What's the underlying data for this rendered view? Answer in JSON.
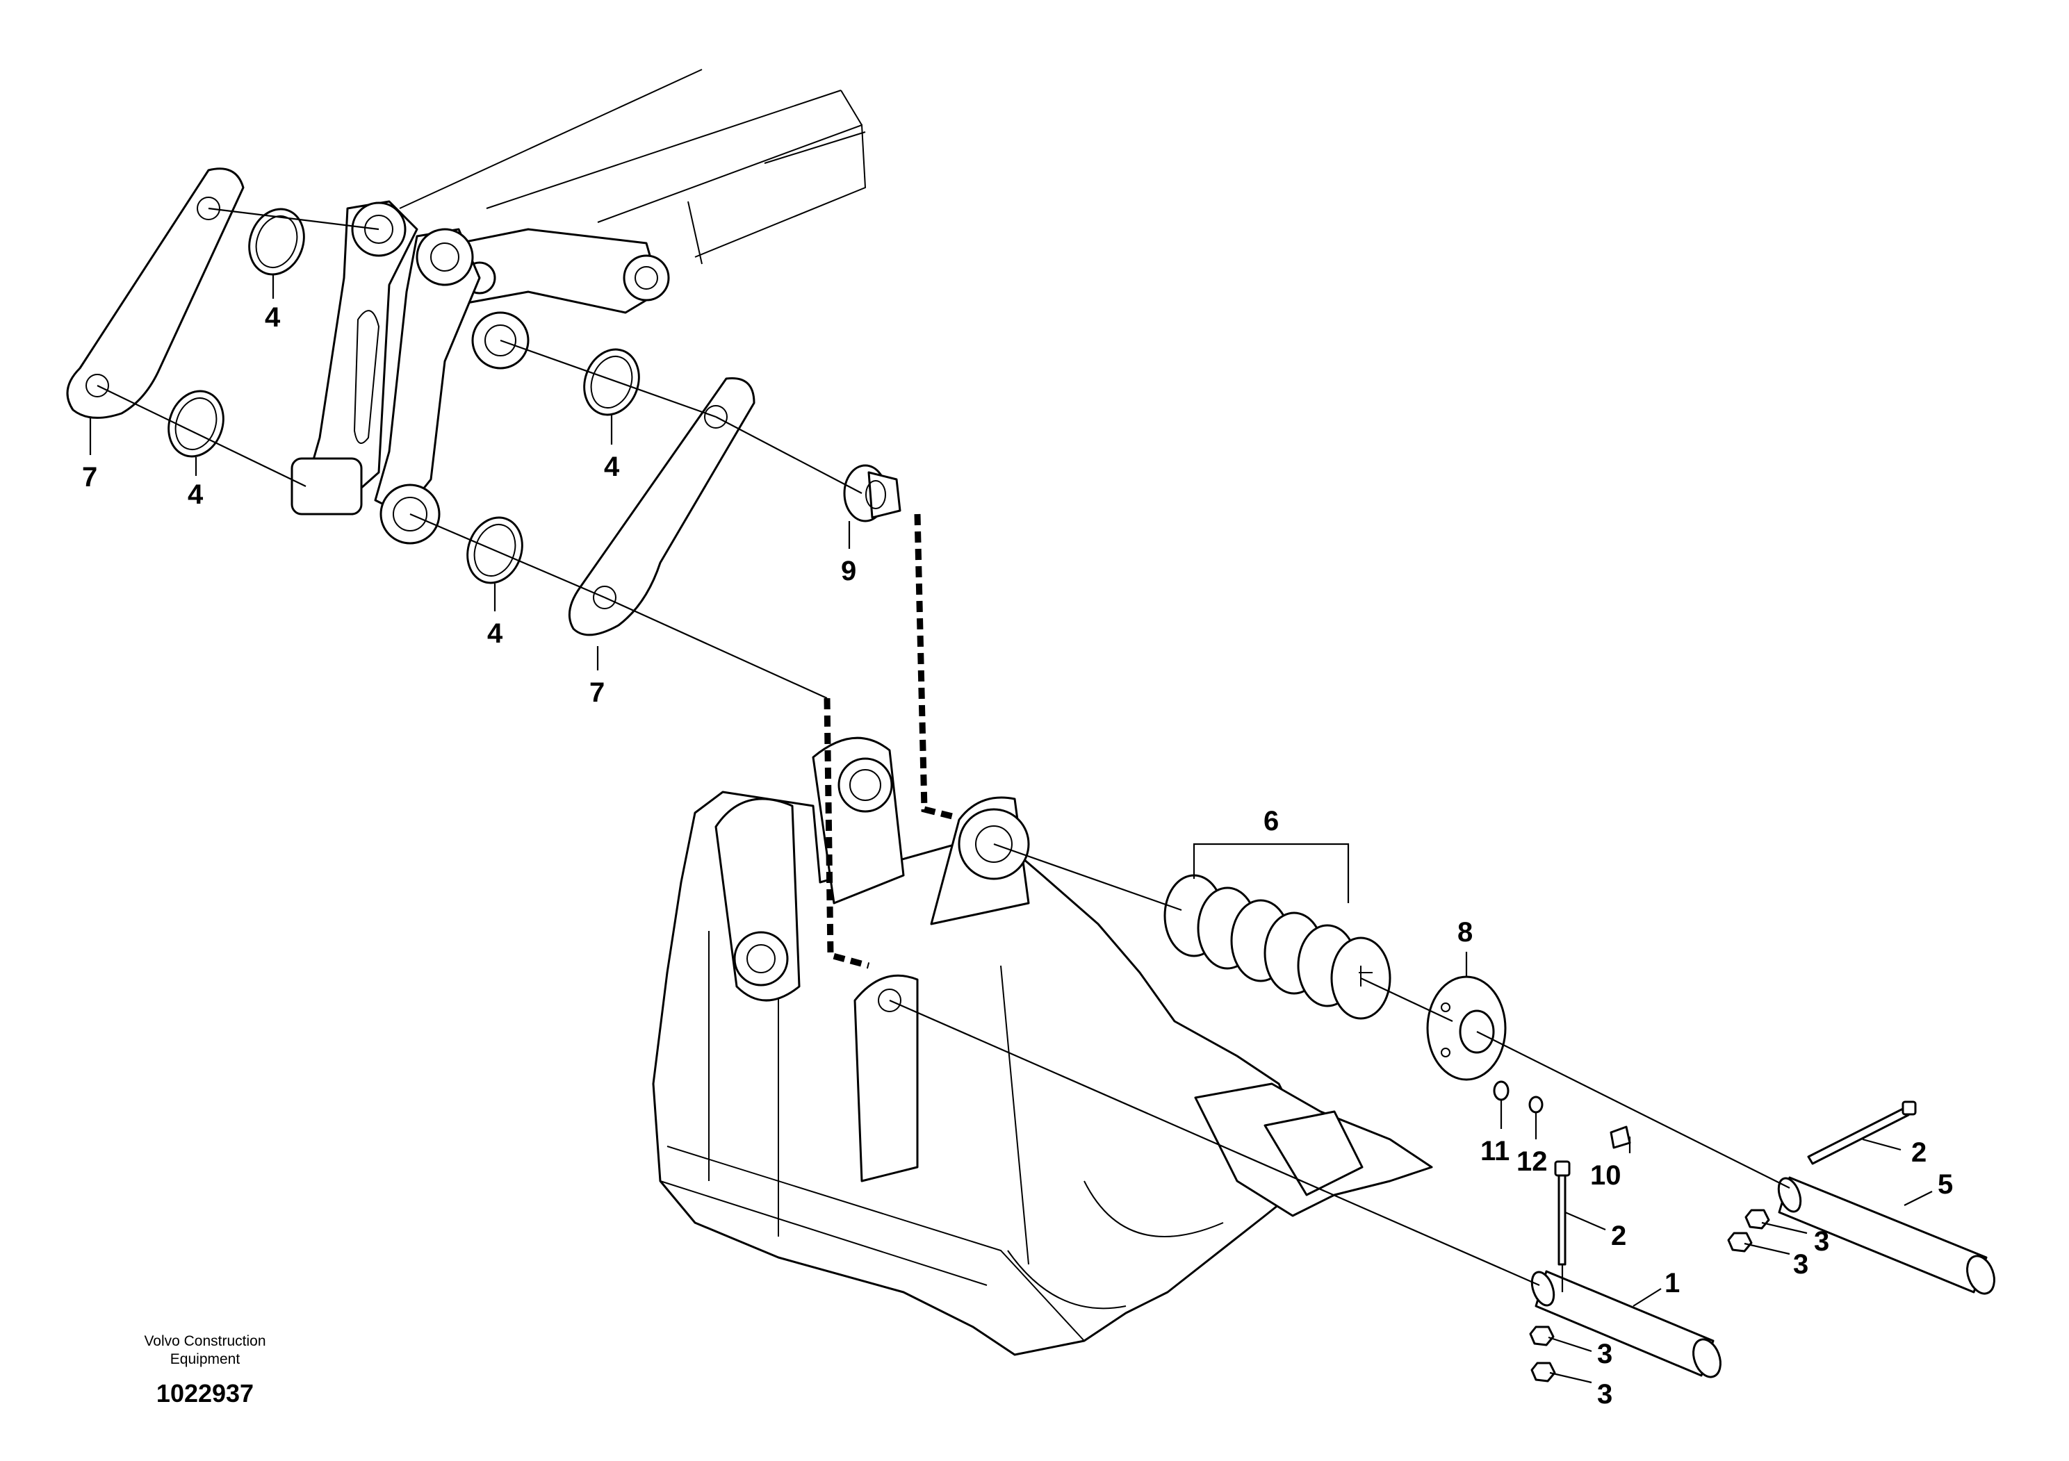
{
  "diagram": {
    "callouts": {
      "c4a": "4",
      "c4b": "4",
      "c4c": "4",
      "c4d": "4",
      "c7a": "7",
      "c7b": "7",
      "c9": "9",
      "c6": "6",
      "c8": "8",
      "c11": "11",
      "c12": "12",
      "c10": "10",
      "c2a": "2",
      "c2b": "2",
      "c5": "5",
      "c1": "1",
      "c3a": "3",
      "c3b": "3",
      "c3c": "3",
      "c3d": "3"
    },
    "footer": {
      "company_line1": "Volvo Construction",
      "company_line2": "Equipment",
      "drawing_number": "1022937"
    }
  }
}
